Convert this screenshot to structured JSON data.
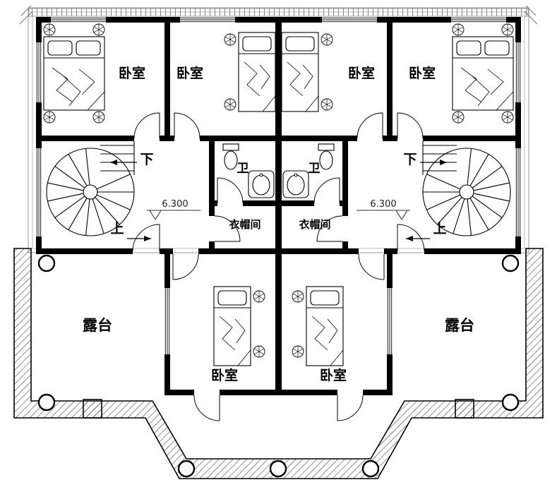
{
  "colors": {
    "ink": "#000000",
    "paper": "#ffffff",
    "hatch": "#444444",
    "eave": "#999999"
  },
  "labels": {
    "bedroom_top_far_left": "卧室",
    "bedroom_top_mid_left": "卧室",
    "bedroom_top_mid_right": "卧室",
    "bedroom_top_far_right": "卧室",
    "bedroom_bottom_left": "卧室",
    "bedroom_bottom_right": "卧室",
    "bathroom_left": "卫",
    "bathroom_right": "卫",
    "cloakroom_left": "衣帽间",
    "cloakroom_right": "衣帽间",
    "terrace_left": "露台",
    "terrace_right": "露台",
    "stair_down_left": "下",
    "stair_down_right": "下",
    "stair_up_left": "上",
    "stair_up_right": "上",
    "elevation_left": "6.300",
    "elevation_right": "6.300"
  }
}
